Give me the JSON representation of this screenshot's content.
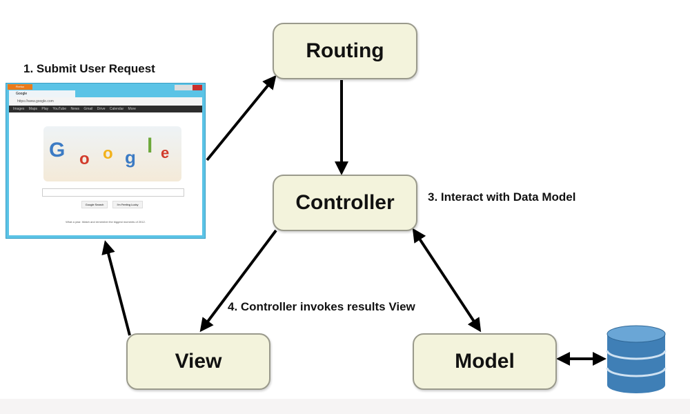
{
  "nodes": {
    "routing": "Routing",
    "controller": "Controller",
    "view": "View",
    "model": "Model"
  },
  "labels": {
    "step1": "1. Submit User Request",
    "step3": "3. Interact with Data Model",
    "step4": "4. Controller invokes results View"
  },
  "browser": {
    "menu_button": "Firefox",
    "tab_title": "Google",
    "url": "https://www.google.com",
    "nav_links": "Images Maps Play YouTube News Gmail Drive Calendar More",
    "search_button": "Google Search",
    "lucky_button": "I'm Feeling Lucky",
    "footer": "What a year. Watch and remember the biggest moments of 2012."
  },
  "colors": {
    "box_fill": "#f3f3dc",
    "browser_frame": "#5bc3e6",
    "database": "#3f7fb6"
  }
}
